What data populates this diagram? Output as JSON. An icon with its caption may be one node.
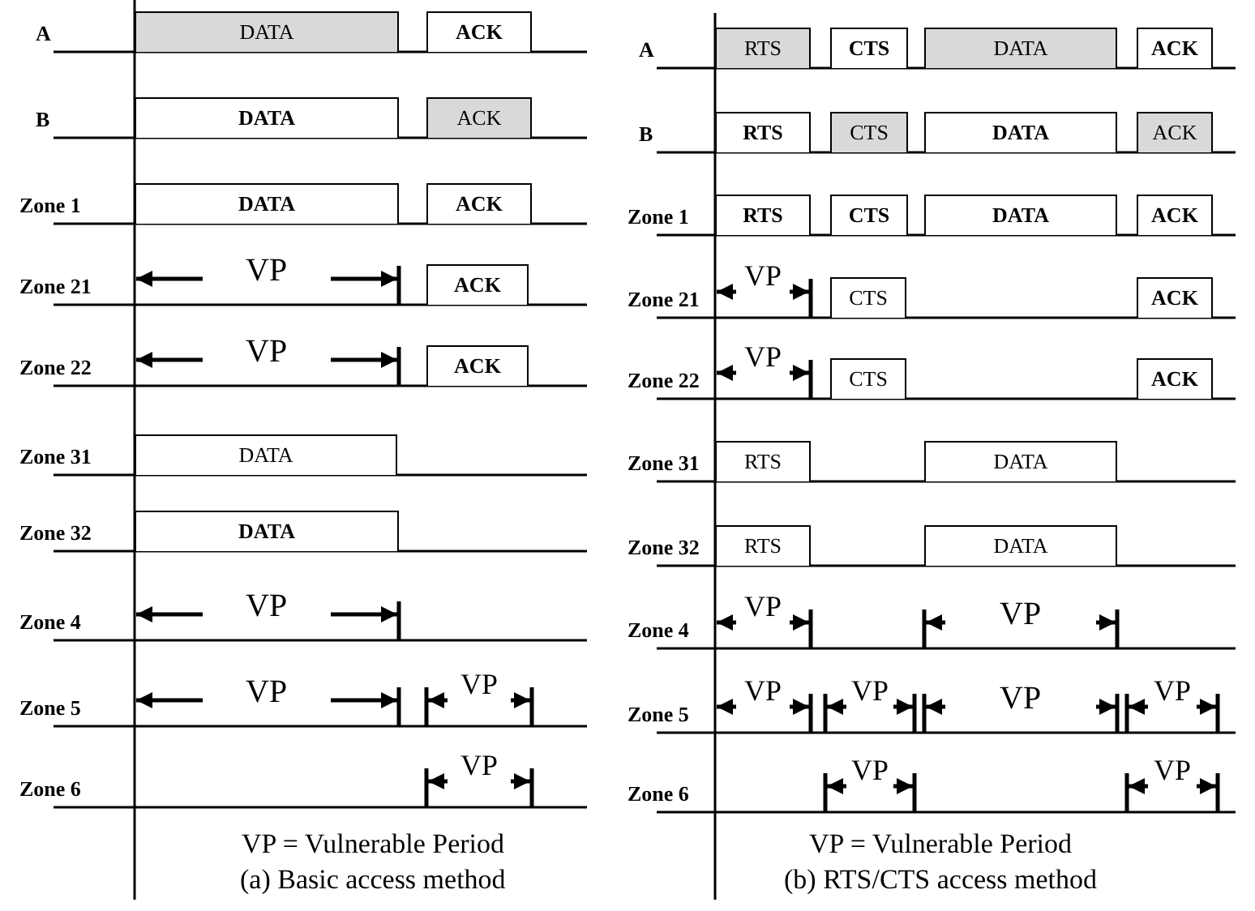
{
  "diagram": {
    "nodes": [
      {
        "text": [
          "DATA"
        ]
      },
      {
        "text": [
          "ACK"
        ]
      },
      {
        "text": [
          "DATA"
        ]
      },
      {
        "text": [
          "ACK"
        ]
      },
      {
        "text": [
          "DATA"
        ]
      },
      {
        "text": [
          "ACK"
        ]
      },
      {
        "text": [
          "ACK"
        ]
      },
      {
        "text": [
          "ACK"
        ]
      },
      {
        "text": [
          "DATA"
        ]
      },
      {
        "text": [
          "DATA"
        ]
      },
      {
        "text": [
          "RTS"
        ]
      },
      {
        "text": [
          "CTS"
        ]
      },
      {
        "text": [
          "DATA"
        ]
      },
      {
        "text": [
          "ACK"
        ]
      },
      {
        "text": [
          "RTS"
        ]
      },
      {
        "text": [
          "CTS"
        ]
      },
      {
        "text": [
          "DATA"
        ]
      },
      {
        "text": [
          "ACK"
        ]
      },
      {
        "text": [
          "RTS"
        ]
      },
      {
        "text": [
          "CTS"
        ]
      },
      {
        "text": [
          "DATA"
        ]
      },
      {
        "text": [
          "ACK"
        ]
      },
      {
        "text": [
          "CTS"
        ]
      },
      {
        "text": [
          "ACK"
        ]
      },
      {
        "text": [
          "CTS"
        ]
      },
      {
        "text": [
          "ACK"
        ]
      },
      {
        "text": [
          "RTS"
        ]
      },
      {
        "text": [
          "DATA"
        ]
      },
      {
        "text": [
          "RTS"
        ]
      },
      {
        "text": [
          "DATA"
        ]
      }
    ],
    "edges": [],
    "labels": [
      "A",
      "B",
      "Zone 1",
      "Zone 21",
      "VP",
      "Zone 22",
      "VP",
      "Zone 31",
      "Zone 32",
      "Zone 4",
      "VP",
      "Zone 5",
      "VP",
      "VP",
      "Zone 6",
      "VP",
      "VP = Vulnerable Period",
      "(a) Basic access method",
      "A",
      "B",
      "Zone 1",
      "Zone 21",
      "VP",
      "Zone 22",
      "VP",
      "Zone 31",
      "Zone 32",
      "Zone 4",
      "VP",
      "VP",
      "Zone 5",
      "VP",
      "VP",
      "VP",
      "VP",
      "Zone 6",
      "VP",
      "VP",
      "VP = Vulnerable Period",
      "(b) RTS/CTS access method"
    ]
  }
}
